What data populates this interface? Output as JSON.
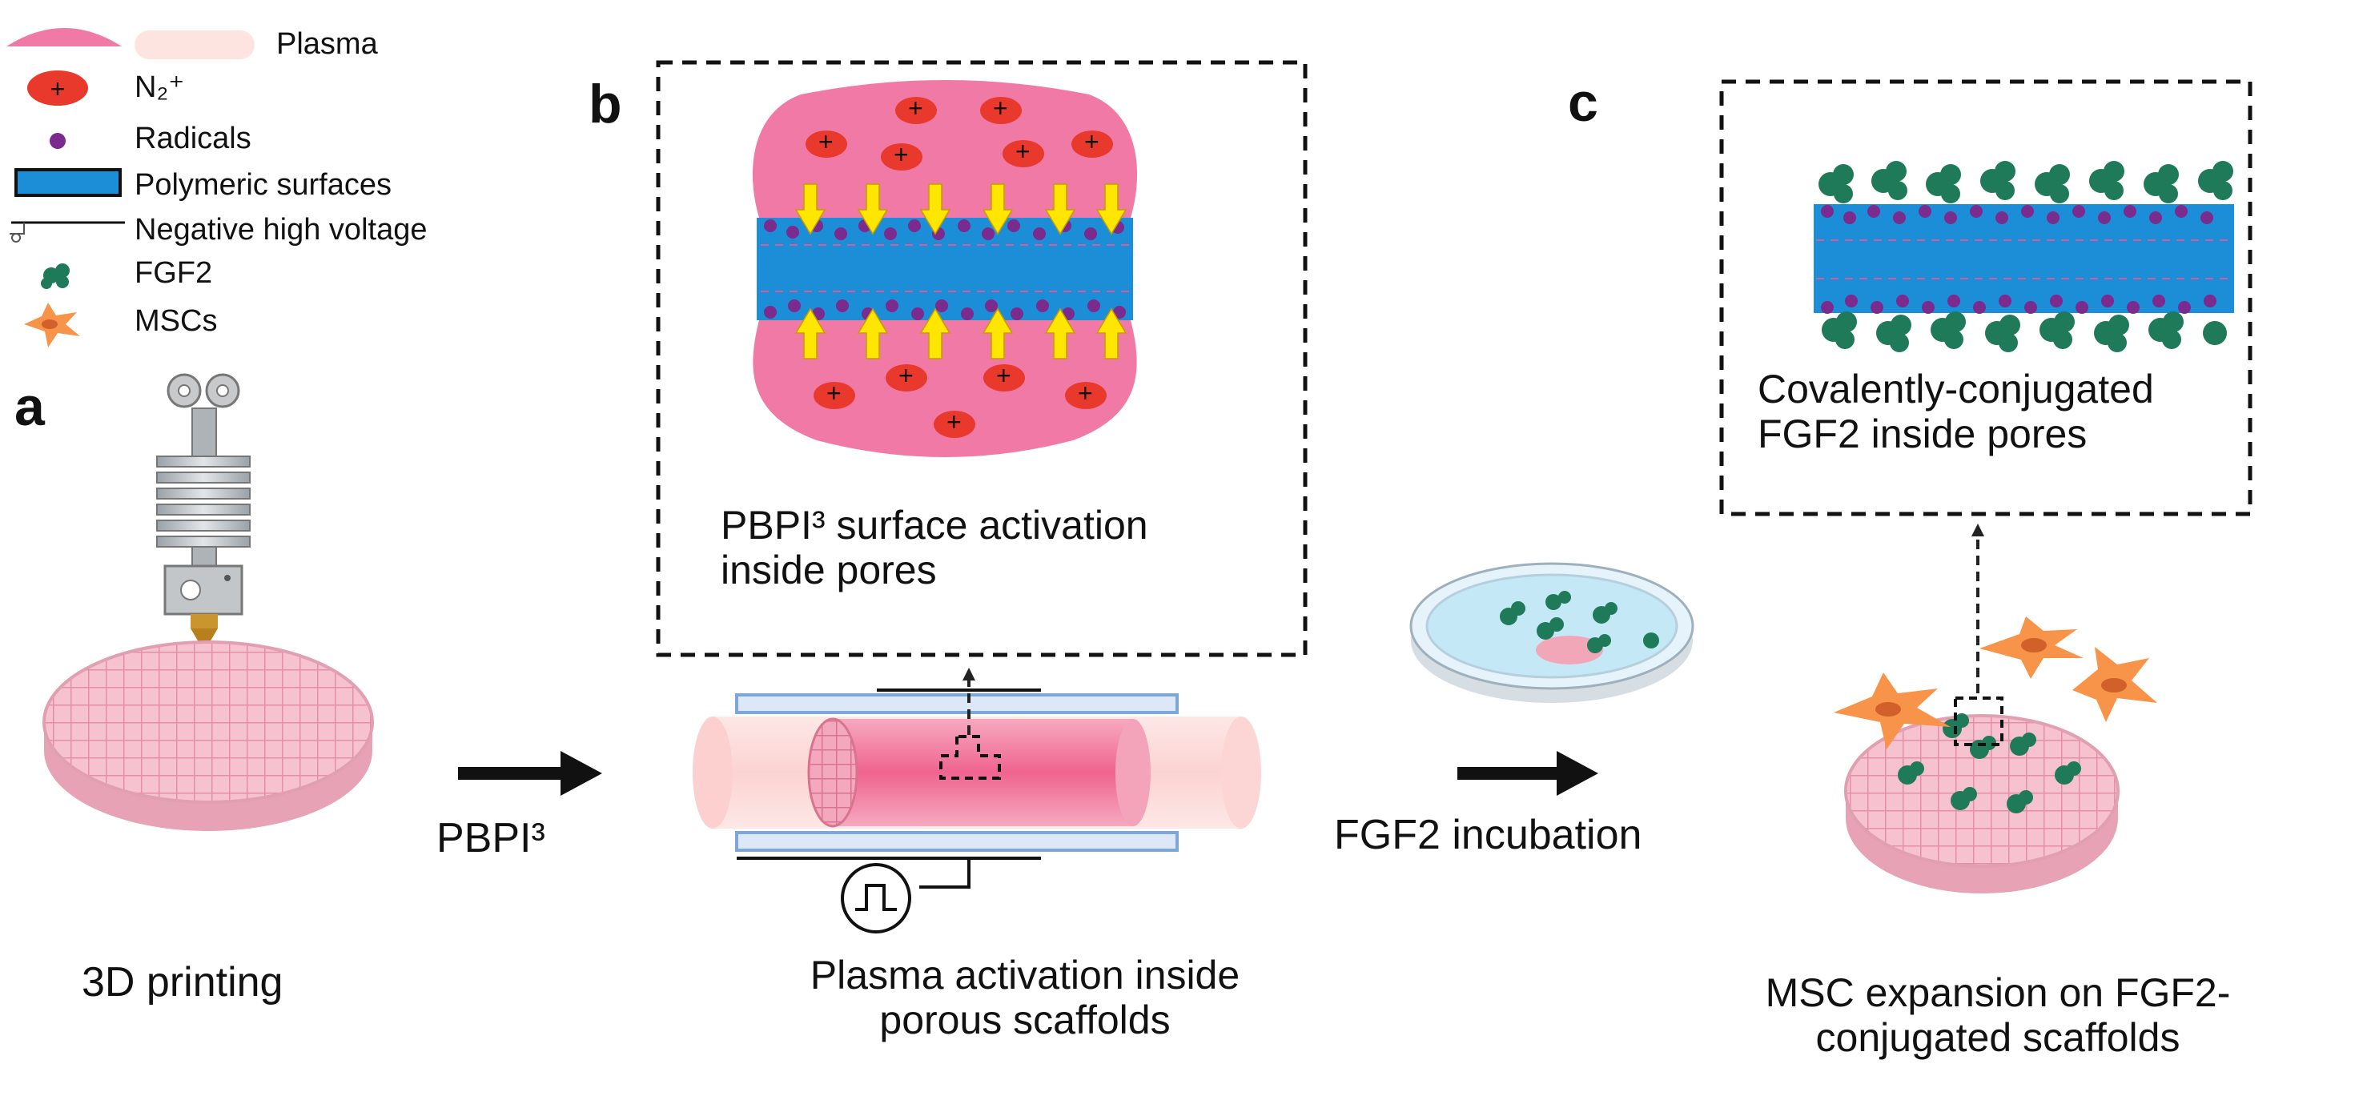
{
  "legend": {
    "plasma": "Plasma",
    "n2": "N₂⁺",
    "radicals": "Radicals",
    "polymeric": "Polymeric surfaces",
    "voltage": "Negative high voltage",
    "fgf2": "FGF2",
    "mscs": "MSCs"
  },
  "panels": {
    "a": "a",
    "b": "b",
    "c": "c"
  },
  "ion_symbol": "+",
  "captions": {
    "printing": "3D printing",
    "pbpi": "PBPI³",
    "incubation": "FGF2 incubation",
    "activation_line1": "PBPI³ surface activation",
    "activation_line2": "inside pores",
    "conjugated_line1": "Covalently-conjugated",
    "conjugated_line2": "FGF2 inside pores",
    "plasma_line1": "Plasma activation inside",
    "plasma_line2": "porous scaffolds",
    "msc_line1": "MSC expansion on FGF2-",
    "msc_line2": "conjugated scaffolds"
  },
  "colors": {
    "plasma_pink": "#f07aa5",
    "plasma_light": "#fde4e1",
    "ion_red": "#e8392c",
    "radical_purple": "#7b2a8e",
    "polymer_blue": "#1c8ed8",
    "arrow_yellow": "#ffe600",
    "fgf2_green": "#1f7a5a",
    "msc_orange": "#f7944a",
    "scaffold_pink": "#f3b5c5"
  }
}
